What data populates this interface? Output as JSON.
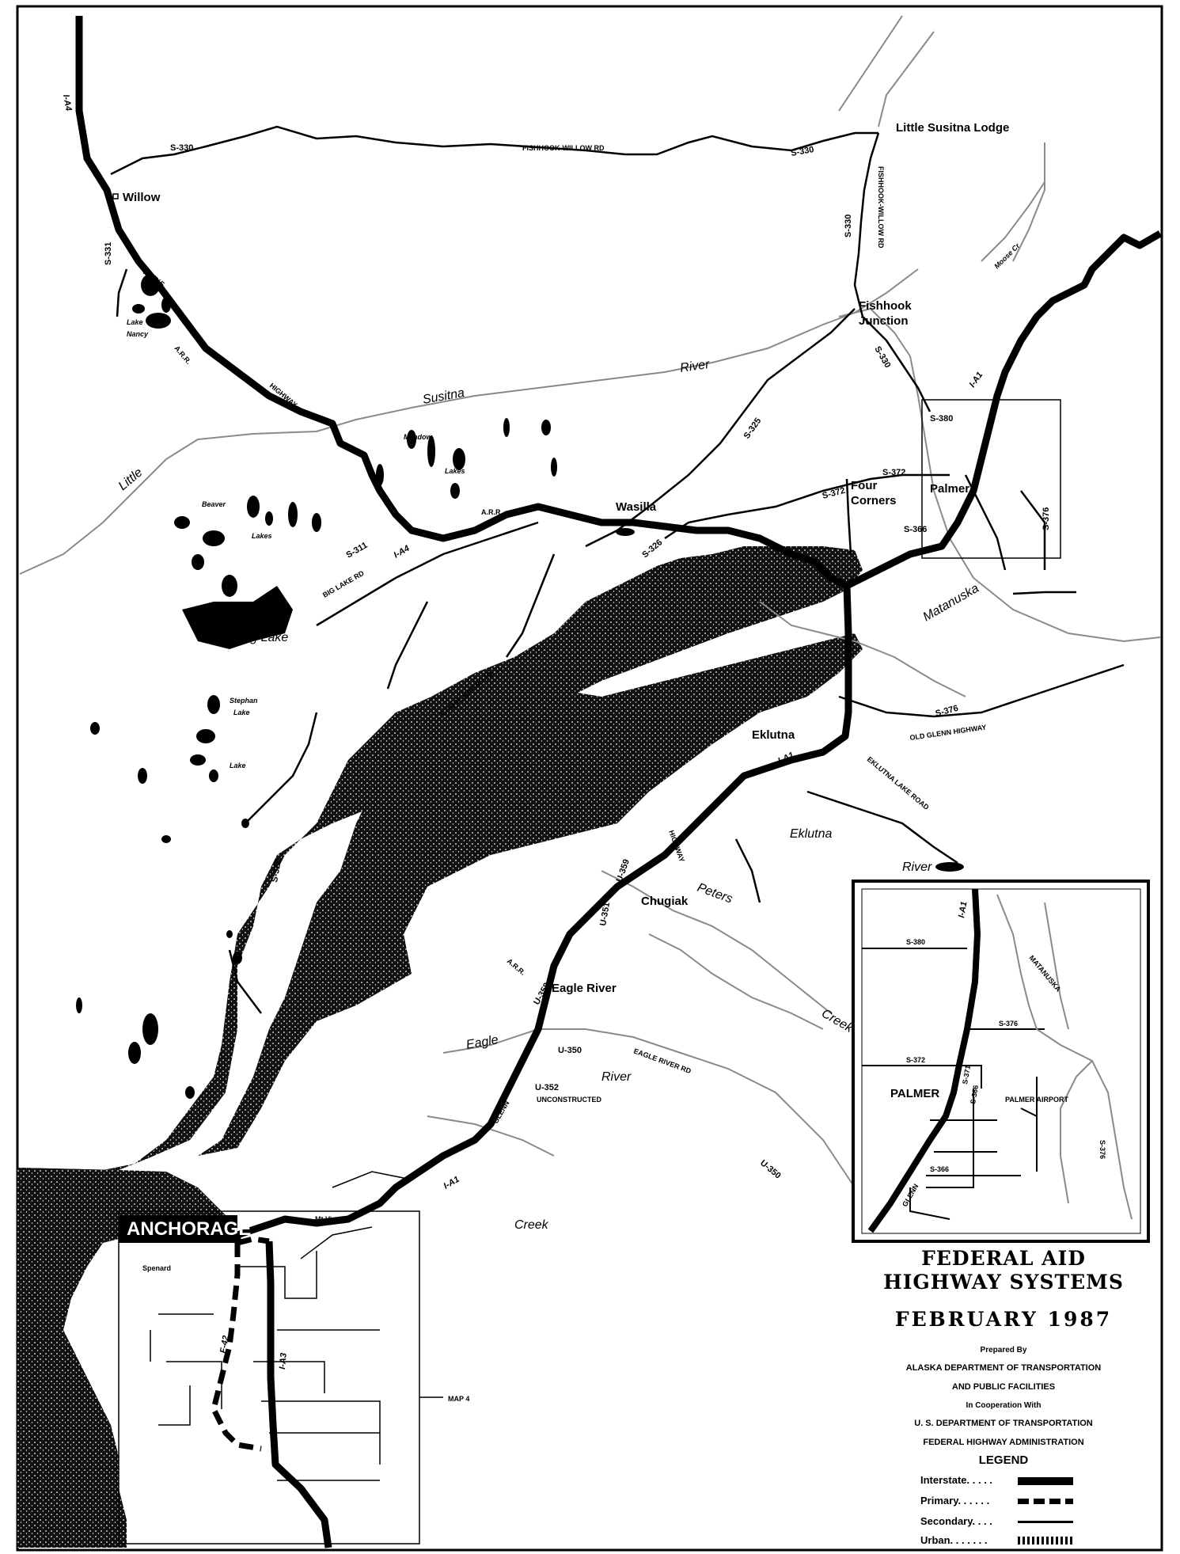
{
  "title": {
    "line1": "FEDERAL AID",
    "line2": "HIGHWAY SYSTEMS",
    "date": "FEBRUARY 1987"
  },
  "credits": {
    "prepared_by": "Prepared By",
    "dept1": "ALASKA DEPARTMENT OF TRANSPORTATION",
    "dept2": "AND PUBLIC FACILITIES",
    "cooperation": "In Cooperation With",
    "usdot": "U. S. DEPARTMENT OF TRANSPORTATION",
    "fhwa": "FEDERAL HIGHWAY ADMINISTRATION"
  },
  "legend": {
    "heading": "LEGEND",
    "items": [
      {
        "label": "Interstate. . . . ."
      },
      {
        "label": "Primary. . . . . ."
      },
      {
        "label": "Secondary. . . ."
      },
      {
        "label": "Urban. . . . . . ."
      }
    ]
  },
  "places": {
    "willow": "Willow",
    "little_susitna": "Little Susitna Lodge",
    "fishhook_junction_1": "Fishhook",
    "fishhook_junction_2": "Junction",
    "wasilla": "Wasilla",
    "four_corners_1": "Four",
    "four_corners_2": "Corners",
    "palmer": "Palmer",
    "eklutna": "Eklutna",
    "chugiak": "Chugiak",
    "eagle_river": "Eagle River",
    "anchorage": "ANCHORAGE",
    "mt_view": "Mt View",
    "spenard": "Spenard",
    "map4": "MAP 4",
    "inset_palmer": "PALMER",
    "inset_airport": "PALMER AIRPORT"
  },
  "water": {
    "susitna": "Susitna",
    "river": "River",
    "little": "Little",
    "big_lake": "Big Lake",
    "eagle": "Eagle",
    "eagle_river_water": "River",
    "eklutna_river_1": "Eklutna",
    "eklutna_river_2": "River",
    "peters_creek": "Peters",
    "creek": "Creek",
    "ship_creek": "Creek",
    "matanuska": "Matanuska",
    "lake_nancy_1": "Lake",
    "lake_nancy_2": "Nancy",
    "meadow_lakes_1": "Meadow",
    "meadow_lakes_2": "Lakes",
    "beaver_lakes_1": "Beaver",
    "beaver_lakes_2": "Lakes",
    "stephan_lake_1": "Stephan",
    "stephan_lake_2": "Lake",
    "lake_3": "Lake",
    "moose_cr": "Moose Cr"
  },
  "routes": {
    "i_a4": "I-A4",
    "i_a1": "I-A1",
    "i_a1_inset": "I-A1",
    "i_a3": "I-A3",
    "f_42": "F-42",
    "s_330_west": "S-330",
    "s_330_mid": "S-330",
    "s_330_south": "S-330",
    "s_330_junction": "S-330",
    "s_331": "S-331",
    "s_325": "S-325",
    "s_326": "S-326",
    "s_328": "S-328",
    "s_311": "S-311",
    "s_372a": "S-372",
    "s_372b": "S-372",
    "s_380": "S-380",
    "s_366": "S-366",
    "s_376": "S-376",
    "s_376_glenn": "S-376",
    "u_350": "U-350",
    "u_350b": "U-350",
    "u_352": "U-352",
    "u_351": "U-351",
    "u_358": "U-358",
    "u_359": "U-359",
    "inset_s380": "S-380",
    "inset_s376": "S-376",
    "inset_s372": "S-372",
    "inset_s366": "S-366",
    "inset_s371": "S-371",
    "inset_s366b": "S-366",
    "inset_s376b": "S-376",
    "fishhook_willow_rd": "FISHHOOK-WILLOW RD",
    "fishhook_willow_rd_vert": "FISHHOOK-WILLOW RD",
    "parks": "PARKS",
    "arr1": "A.R.R.",
    "arr2": "A.R.R.",
    "arr3": "A.R.R.",
    "highway": "HIGHWAY",
    "big_lake_rd": "BIG LAKE RD",
    "goose_bay_road": "GOOSE BAY ROAD",
    "old_glenn_highway": "OLD GLENN HIGHWAY",
    "eklutna_lake_road": "EKLUTNA LAKE ROAD",
    "highway2": "HIGHWAY",
    "glenn": "GLENN",
    "eagle_river_rd": "EAGLE RIVER RD",
    "glenn_hwy_inset": "GLENN",
    "matanuska_inset": "MATANUSKA",
    "unconstructed": "UNCONSTRUCTED"
  },
  "colors": {
    "ink": "#000000",
    "paper": "#ffffff",
    "water_line": "#8a8a8a"
  }
}
